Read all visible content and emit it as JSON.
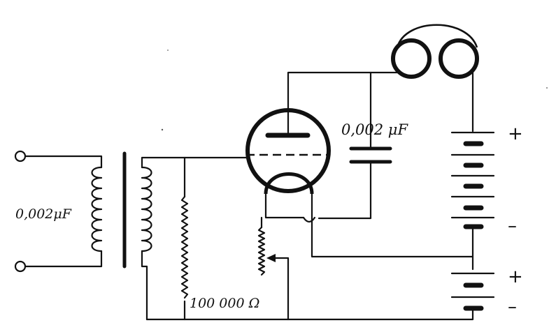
{
  "labels": {
    "capacitor_plate": "0,002 μF",
    "transformer_cap": "0,002μF",
    "grid_resistor": "100 000 Ω"
  },
  "battery_signs": {
    "high_plus": "+",
    "high_minus": "–",
    "low_plus": "+",
    "low_minus": "–"
  },
  "colors": {
    "ink": "#111111",
    "paper": "#ffffff"
  }
}
